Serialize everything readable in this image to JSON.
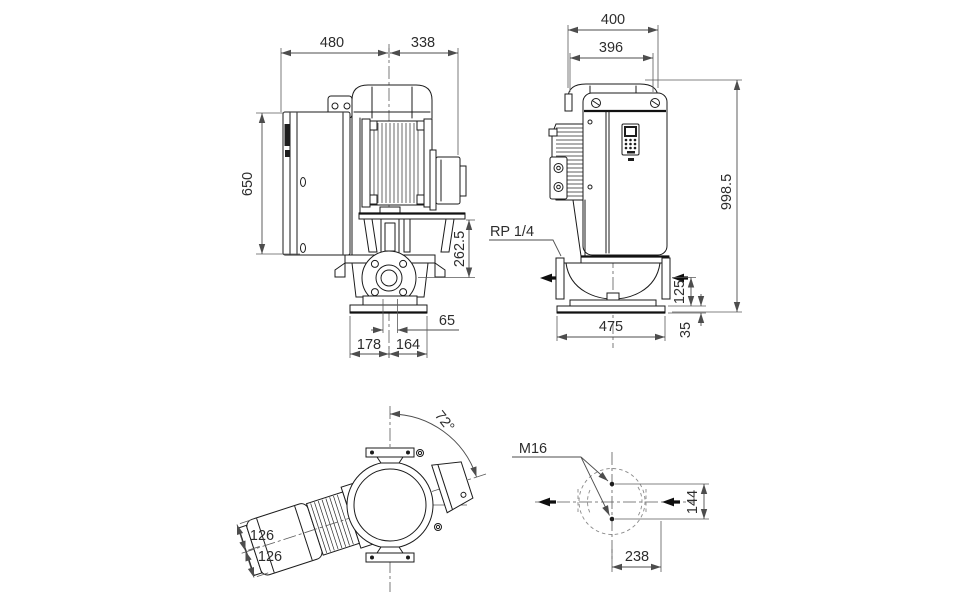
{
  "drawing": {
    "units": "mm",
    "colors": {
      "background": "#ffffff",
      "object_line": "#1b1b1b",
      "dimension_line": "#4d4d4d",
      "text": "#2d2d2d",
      "hidden_line": "#8a8a8a"
    },
    "views": {
      "side_view": {
        "dims": {
          "width_front": "480",
          "width_rear": "338",
          "height_unit": "650",
          "height_pump_head": "262.5",
          "port_offset": "65",
          "base_front": "178",
          "base_rear": "164"
        }
      },
      "front_view": {
        "dims": {
          "width_overall": "400",
          "width_cover": "396",
          "height_total": "998.5",
          "gauge_port": "RP 1/4",
          "port_centre_to_base": "125",
          "base_length": "475",
          "base_height": "35"
        }
      },
      "top_view": {
        "dims": {
          "terminal_box_angle": "72°",
          "box_half_width_a": "126",
          "box_half_width_b": "126"
        }
      },
      "foundation_view": {
        "dims": {
          "anchor_bolt": "M16",
          "bolt_spacing": "144",
          "bolt_to_flange_face": "238"
        }
      }
    }
  }
}
